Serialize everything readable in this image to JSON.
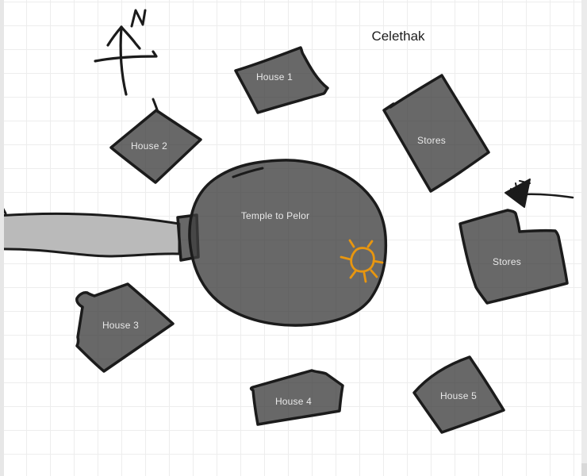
{
  "title": "Celethak",
  "compass": {
    "letter": "N"
  },
  "labels": {
    "house1": "House 1",
    "house2": "House 2",
    "stores_north": "Stores",
    "temple": "Temple to Pelor",
    "stores_east": "Stores",
    "house3": "House 3",
    "house4": "House 4",
    "house5": "House 5"
  },
  "icons": {
    "compass": "compass-north-arrow",
    "sun": "sun-symbol",
    "west_arrow": "left-pointing-arrow"
  },
  "colors": {
    "background": "#ffffff",
    "grid_line": "#ededed",
    "building_fill": "#6b6b6b",
    "outline": "#1b1b1b",
    "road_fill": "#bababa",
    "label_text": "#e9e9e9",
    "title_text": "#1d1d1d",
    "sun_stroke": "#e8960f"
  }
}
